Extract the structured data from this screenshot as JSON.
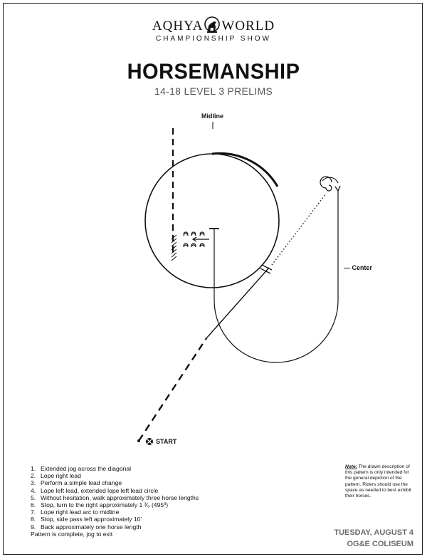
{
  "logo": {
    "left": "AQHYA",
    "right": "WORLD",
    "sub": "CHAMPIONSHIP SHOW"
  },
  "title": "HORSEMANSHIP",
  "subtitle": "14-18 LEVEL 3 PRELIMS",
  "diagram": {
    "midline_label": "Midline",
    "center_label": "— Center",
    "start_label": "START"
  },
  "steps": [
    {
      "num": "1.",
      "text": "Extended jog across the diagonal"
    },
    {
      "num": "2.",
      "text": "Lope right lead"
    },
    {
      "num": "3.",
      "text": "Perform a simple lead change"
    },
    {
      "num": "4.",
      "text": "Lope left lead, extended lope left lead circle"
    },
    {
      "num": "5.",
      "text": "Without hesitation, walk approximately three horse lengths"
    },
    {
      "num": "6.",
      "text": "Stop, turn to the right approximately 1 ³⁄₈ (495º)"
    },
    {
      "num": "7.",
      "text": "Lope right lead arc to midline"
    },
    {
      "num": "8.",
      "text": "Stop, side pass left approximately 10'"
    },
    {
      "num": "9.",
      "text": "Back approximately one horse length"
    }
  ],
  "finish": "Pattern is complete, jog to exit",
  "note": {
    "label": "Note:",
    "text": " The drawn description of this pattern is only intended for the general depiction of the pattern. Riders should use the space as needed to best exhibit their horses."
  },
  "event": {
    "date": "TUESDAY, AUGUST 4",
    "venue": "OG&E COLISEUM"
  }
}
